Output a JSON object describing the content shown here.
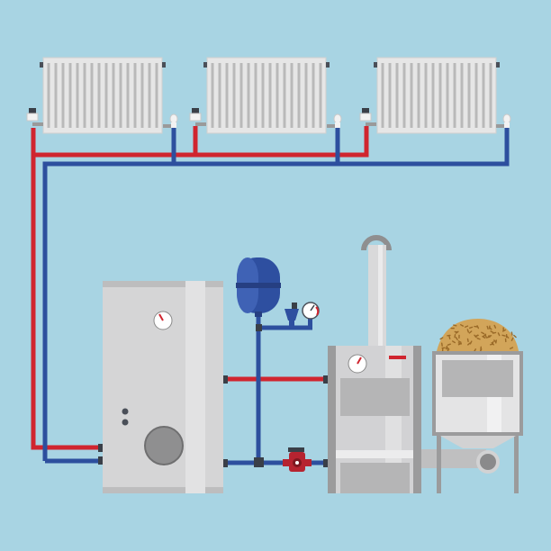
{
  "diagram": {
    "colors": {
      "background": "#a8d4e3",
      "supply_pipe": "#d0252f",
      "return_pipe": "#2d4f9e",
      "radiator": "#e6e6e6",
      "tank": "#d5d5d6",
      "boiler": "#d2d2d4",
      "expansion_vessel": "#2e4fa0",
      "pump": "#b62330",
      "pellets": "#d2a55a"
    },
    "radiators": [
      {
        "icon": "radiator-icon",
        "fins": 16
      },
      {
        "icon": "radiator-icon",
        "fins": 16
      },
      {
        "icon": "radiator-icon",
        "fins": 16
      }
    ],
    "components": [
      {
        "icon": "hot-water-storage-tank-icon"
      },
      {
        "icon": "expansion-vessel-icon"
      },
      {
        "icon": "safety-valve-icon"
      },
      {
        "icon": "pressure-gauge-icon"
      },
      {
        "icon": "circulation-pump-icon"
      },
      {
        "icon": "pellet-boiler-icon"
      },
      {
        "icon": "chimney-flue-icon"
      },
      {
        "icon": "pellet-hopper-icon"
      },
      {
        "icon": "auger-feed-icon"
      }
    ]
  }
}
